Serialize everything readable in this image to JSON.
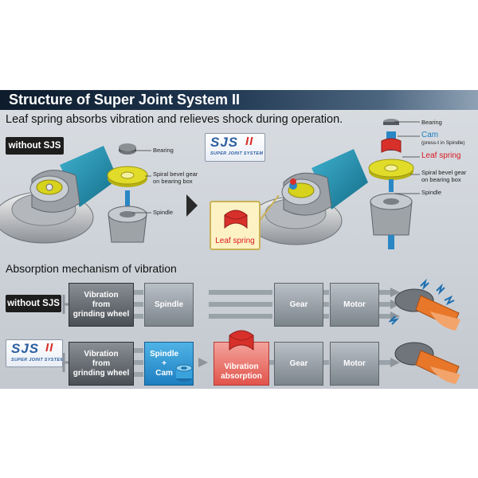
{
  "title": "Structure of Super Joint System II",
  "subtitle": "Leaf spring absorbs vibration and relieves shock during operation.",
  "tags": {
    "without_sjs_top": "without SJS",
    "without_sjs_row": "without SJS"
  },
  "logo": {
    "main": "SJS",
    "roman": "II",
    "sub": "SUPER JOINT SYSTEM"
  },
  "left_parts": {
    "bearing": "Bearing",
    "gear_line1": "Spiral bevel gear",
    "gear_line2": "on bearing box",
    "spindle": "Spindle"
  },
  "right_parts": {
    "bearing": "Bearing",
    "cam": "Cam",
    "cam_note": "(press-t in Spindle)",
    "leaf_spring": "Leaf spring",
    "gear_line1": "Spiral bevel gear",
    "gear_line2": "on bearing box",
    "spindle": "Spindle"
  },
  "leaf_callout": "Leaf spring",
  "section_title": "Absorption mechanism of  vibration",
  "row1": {
    "source_l1": "Vibration",
    "source_l2": "from",
    "source_l3": "grinding wheel",
    "spindle": "Spindle",
    "gear": "Gear",
    "motor": "Motor"
  },
  "row2": {
    "source_l1": "Vibration",
    "source_l2": "from",
    "source_l3": "grinding wheel",
    "spindle_l1": "Spindle",
    "spindle_l2": "+",
    "spindle_l3": "Cam",
    "absorb_l1": "Vibration",
    "absorb_l2": "absorption",
    "gear": "Gear",
    "motor": "Motor"
  },
  "colors": {
    "accent_blue": "#1b7dc0",
    "accent_red": "#d71920",
    "part_yellow": "#d7d21c",
    "tool_teal": "#1e8aa8",
    "hand_orange": "#e8772a"
  }
}
